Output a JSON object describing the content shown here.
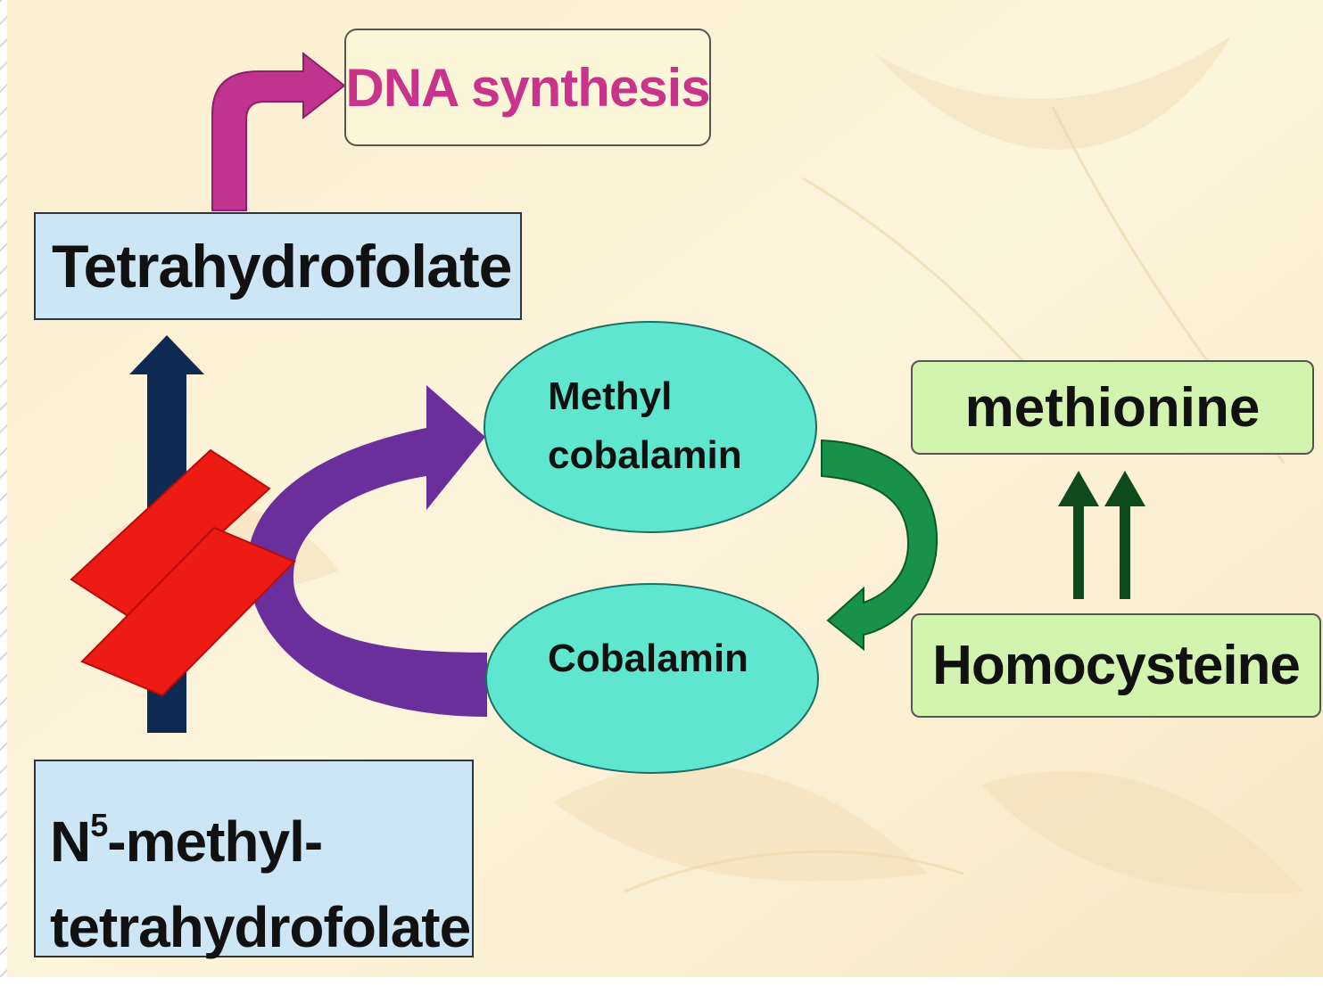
{
  "diagram": {
    "nodes": {
      "dna_synthesis": "DNA synthesis",
      "tetrahydrofolate": "Tetrahydrofolate",
      "n5_methyl_thf": {
        "line1_prefix": "N",
        "line1_superscript": "5",
        "line1_suffix": "-methyl-",
        "line2": "tetrahydrofolate"
      },
      "methyl_cobalamin": {
        "line1": "Methyl",
        "line2": "cobalamin"
      },
      "cobalamin": "Cobalamin",
      "methionine": "methionine",
      "homocysteine": "Homocysteine"
    },
    "edges": [
      {
        "from": "tetrahydrofolate",
        "to": "dna_synthesis",
        "color": "#c0338e"
      },
      {
        "from": "n5_methyl_thf",
        "to": "tetrahydrofolate",
        "color": "#0e2a52",
        "blocked": true
      },
      {
        "from": "cobalamin",
        "to": "methyl_cobalamin",
        "color": "#6b2f9c"
      },
      {
        "from": "methyl_cobalamin",
        "to": "cobalamin",
        "color": "#18924a"
      },
      {
        "from": "homocysteine",
        "to": "methionine",
        "color": "#0f4a1e",
        "count": 2
      }
    ],
    "colors": {
      "box_blue": "#cce6f6",
      "box_green": "#d3f4ae",
      "ellipse": "#5ee6cf",
      "block_marker": "#ee1a14",
      "dna_text": "#c8348c"
    }
  }
}
